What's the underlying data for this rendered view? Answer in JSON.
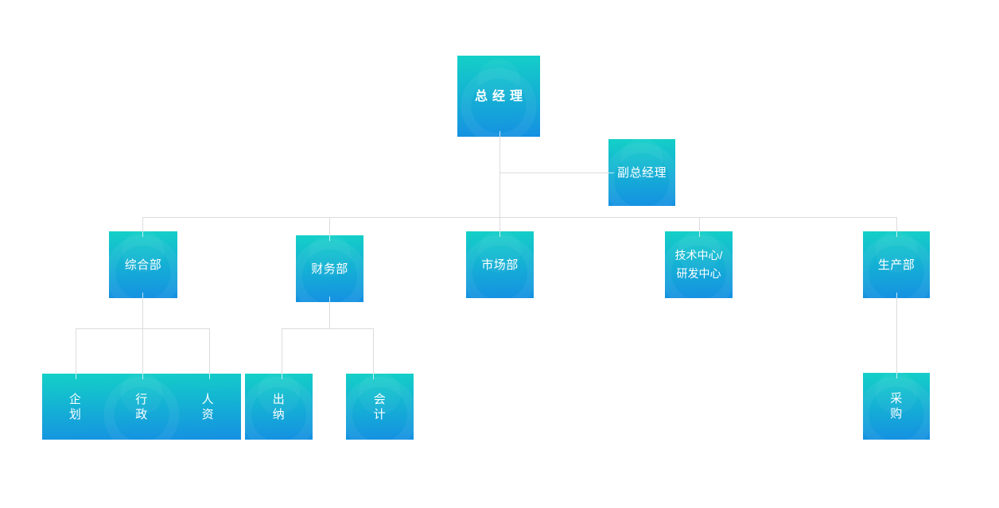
{
  "org_chart": {
    "colors": {
      "box_gradient_top": "#14d0c7",
      "box_gradient_bottom": "#1590e2",
      "connector": "#dcdcdc",
      "node_text": "#ffffff"
    },
    "nodes": {
      "general_manager": {
        "label": "总经理"
      },
      "deputy_general_manager": {
        "label": "副总经理"
      },
      "general_affairs_dept": {
        "label": "综合部"
      },
      "finance_dept": {
        "label": "财务部"
      },
      "marketing_dept": {
        "label": "市场部"
      },
      "tech_rd_center": {
        "label": "技术中心/\n研发中心"
      },
      "production_dept": {
        "label": "生产部"
      },
      "planning": {
        "label": "企\n划"
      },
      "administration": {
        "label": "行\n政"
      },
      "human_resources": {
        "label": "人\n资"
      },
      "cashier": {
        "label": "出\n纳"
      },
      "accounting": {
        "label": "会\n计"
      },
      "procurement": {
        "label": "采\n购"
      }
    }
  }
}
